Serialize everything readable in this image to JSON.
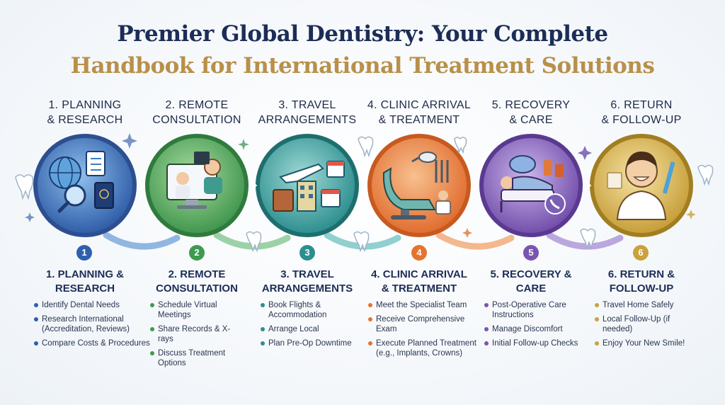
{
  "title": {
    "line1": "Premier Global Dentistry: Your Complete",
    "line2": "Handbook for International Treatment Solutions"
  },
  "steps": [
    {
      "number": "1",
      "top_label": "1. PLANNING\n& RESEARCH",
      "heading": "1. PLANNING &\nRESEARCH",
      "color": "#2f5fae",
      "icon": "globe-magnifier-passport-icon",
      "bullets": [
        "Identify Dental Needs",
        "Research International (Accreditation, Reviews)",
        "Compare Costs & Procedures"
      ]
    },
    {
      "number": "2",
      "top_label": "2. REMOTE\nCONSULTATION",
      "heading": "2. REMOTE\nCONSULTATION",
      "color": "#3e9a4f",
      "icon": "video-call-icon",
      "bullets": [
        "Schedule Virtual Meetings",
        "Share Records & X-rays",
        "Discuss Treatment Options"
      ]
    },
    {
      "number": "3",
      "top_label": "3. TRAVEL\nARRANGEMENTS",
      "heading": "3. TRAVEL\nARRANGEMENTS",
      "color": "#2a8f8f",
      "icon": "airplane-hotel-icon",
      "bullets": [
        "Book Flights & Accommodation",
        "Arrange Local",
        "Plan Pre-Op Downtime"
      ]
    },
    {
      "number": "4",
      "top_label": "4. CLINIC ARRIVAL\n& TREATMENT",
      "heading": "4. CLINIC ARRIVAL\n& TREATMENT",
      "color": "#e4742f",
      "icon": "dental-chair-icon",
      "bullets": [
        "Meet the Specialist Team",
        "Receive Comprehensive Exam",
        "Execute Planned Treatment (e.g., Implants, Crowns)"
      ]
    },
    {
      "number": "5",
      "top_label": "5. RECOVERY\n& CARE",
      "heading": "5. RECOVERY &\nCARE",
      "color": "#7a55b0",
      "icon": "recovery-bed-icon",
      "bullets": [
        "Post-Operative Care Instructions",
        "Manage Discomfort",
        "Initial Follow-up Checks"
      ]
    },
    {
      "number": "6",
      "top_label": "6. RETURN\n& FOLLOW-UP",
      "heading": "6. RETURN &\nFOLLOW-UP",
      "color": "#c9a23c",
      "icon": "smiling-patient-icon",
      "bullets": [
        "Travel Home Safely",
        "Local Follow-Up (if needed)",
        "Enjoy Your New Smile!"
      ]
    }
  ]
}
